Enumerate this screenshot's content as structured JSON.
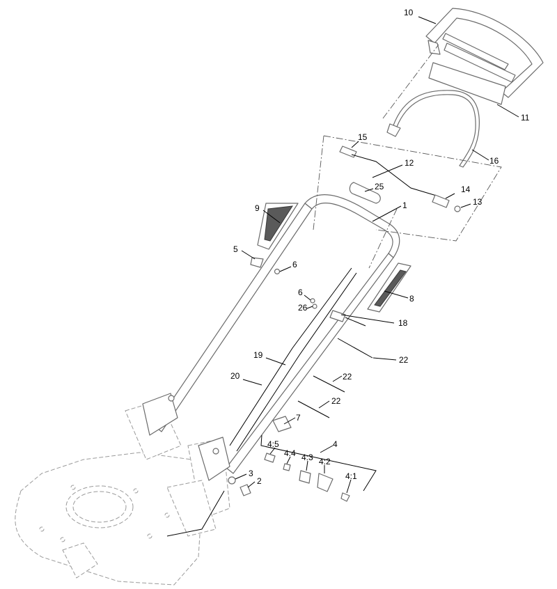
{
  "callouts": [
    {
      "id": "c-10",
      "text": "10"
    },
    {
      "id": "c-11",
      "text": "11"
    },
    {
      "id": "c-16",
      "text": "16"
    },
    {
      "id": "c-15",
      "text": "15"
    },
    {
      "id": "c-12",
      "text": "12"
    },
    {
      "id": "c-25",
      "text": "25"
    },
    {
      "id": "c-14",
      "text": "14"
    },
    {
      "id": "c-13",
      "text": "13"
    },
    {
      "id": "c-1",
      "text": "1"
    },
    {
      "id": "c-9",
      "text": "9"
    },
    {
      "id": "c-5",
      "text": "5"
    },
    {
      "id": "c-6a",
      "text": "6"
    },
    {
      "id": "c-6b",
      "text": "6"
    },
    {
      "id": "c-26",
      "text": "26"
    },
    {
      "id": "c-8",
      "text": "8"
    },
    {
      "id": "c-18",
      "text": "18"
    },
    {
      "id": "c-22a",
      "text": "22"
    },
    {
      "id": "c-19",
      "text": "19"
    },
    {
      "id": "c-20",
      "text": "20"
    },
    {
      "id": "c-22b",
      "text": "22"
    },
    {
      "id": "c-22c",
      "text": "22"
    },
    {
      "id": "c-7",
      "text": "7"
    },
    {
      "id": "c-4",
      "text": "4"
    },
    {
      "id": "c-4-5",
      "text": "4:5"
    },
    {
      "id": "c-4-4",
      "text": "4:4"
    },
    {
      "id": "c-4-3",
      "text": "4:3"
    },
    {
      "id": "c-4-2",
      "text": "4:2"
    },
    {
      "id": "c-4-1",
      "text": "4:1"
    },
    {
      "id": "c-3",
      "text": "3"
    },
    {
      "id": "c-2",
      "text": "2"
    }
  ]
}
